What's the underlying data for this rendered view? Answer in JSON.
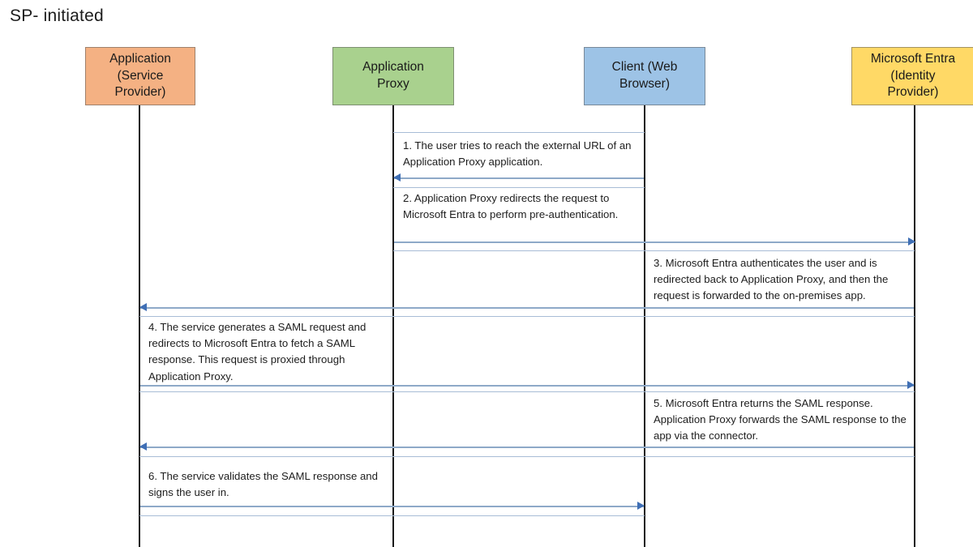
{
  "title": "SP- initiated",
  "colors": {
    "service_provider": "#F4B183",
    "application_proxy": "#A9D18E",
    "client": "#9DC3E6",
    "identity_provider": "#FFD966",
    "lifeline": "#1a1a1a",
    "arrow_shaft": "#8ea9c8",
    "arrow_head": "#3f6fb5",
    "separator": "#a8bcd6"
  },
  "participants": [
    {
      "id": "service-provider",
      "label": "Application\n(Service\nProvider)"
    },
    {
      "id": "application-proxy",
      "label": "Application\nProxy"
    },
    {
      "id": "client",
      "label": "Client (Web\nBrowser)"
    },
    {
      "id": "identity-provider",
      "label": "Microsoft Entra\n(Identity\nProvider)"
    }
  ],
  "messages": [
    {
      "number": "1",
      "from": "client",
      "to": "application-proxy",
      "direction": "left",
      "text": "1. The user tries to reach the external URL of an Application Proxy application."
    },
    {
      "number": "2",
      "from": "application-proxy",
      "to": "identity-provider",
      "direction": "right",
      "text": "2. Application Proxy redirects the request to Microsoft Entra to perform pre-authentication."
    },
    {
      "number": "3",
      "from": "identity-provider",
      "to": "service-provider",
      "direction": "left",
      "text": "3. Microsoft Entra authenticates the user and is redirected back to Application Proxy, and then the request is forwarded to the on-premises app."
    },
    {
      "number": "4",
      "from": "service-provider",
      "to": "identity-provider",
      "direction": "right",
      "text": "4. The service generates a SAML request and redirects to Microsoft Entra to fetch a SAML response. This request is proxied through Application Proxy."
    },
    {
      "number": "5",
      "from": "identity-provider",
      "to": "service-provider",
      "direction": "left",
      "text": "5. Microsoft Entra returns the SAML response. Application Proxy forwards the SAML response to the app via the connector."
    },
    {
      "number": "6",
      "from": "service-provider",
      "to": "client",
      "direction": "right",
      "text": "6. The service validates the SAML response and signs the user in."
    }
  ]
}
